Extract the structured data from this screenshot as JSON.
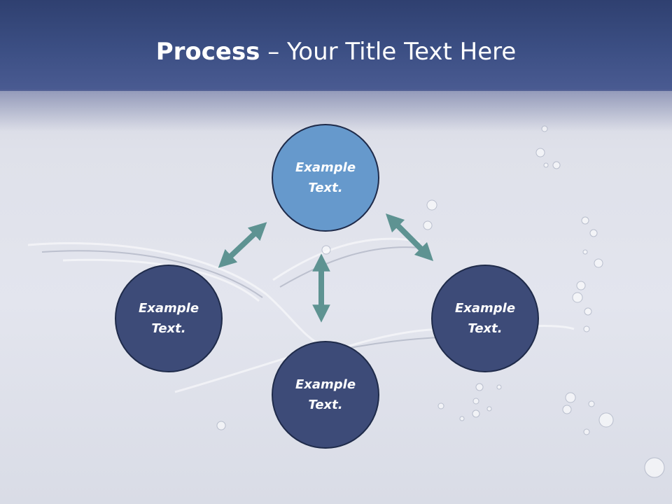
{
  "slide": {
    "title_bold": "Process",
    "title_rest": " – Your Title Text Here"
  },
  "nodes": {
    "top": "Example\nText.",
    "left": "Example\nText.",
    "right": "Example\nText.",
    "bottom": "Example\nText."
  },
  "colors": {
    "header": "#3c4f84",
    "node_dark": "#3d4b78",
    "node_highlight": "#6699cc",
    "arrow": "#5e9392"
  }
}
